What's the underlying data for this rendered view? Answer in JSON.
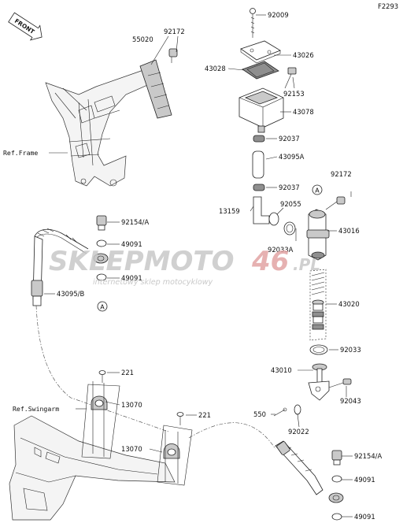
{
  "figure_code": "F2293",
  "front_arrow_text": "FRONT",
  "references": {
    "frame": "Ref.Frame",
    "swingarm": "Ref.Swingarm"
  },
  "marks": {
    "a": "A"
  },
  "parts": {
    "p92009": "92009",
    "p92172_top": "92172",
    "p55020": "55020",
    "p43026": "43026",
    "p43028": "43028",
    "p92153": "92153",
    "p43078": "43078",
    "p92037_a": "92037",
    "p43095a": "43095A",
    "p92037_b": "92037",
    "p92172_right": "92172",
    "p13159": "13159",
    "p92055": "92055",
    "p43016": "43016",
    "p92033a": "92033A",
    "p92154a_top": "92154/A",
    "p49091_a": "49091",
    "p49091_b": "49091",
    "p43095b": "43095/B",
    "p43020": "43020",
    "p92033": "92033",
    "p43010": "43010",
    "p221_a": "221",
    "p13070_a": "13070",
    "p92043": "92043",
    "p221_b": "221",
    "p550": "550",
    "p92022": "92022",
    "p13070_b": "13070",
    "p92154a_bottom": "92154/A",
    "p49091_c": "49091",
    "p49091_d": "49091"
  },
  "watermark": {
    "brand_left": "SKLEPMOTO",
    "brand_right": "46",
    "brand_tld": ".PL",
    "subtitle": "internetowy sklep motocyklowy"
  }
}
